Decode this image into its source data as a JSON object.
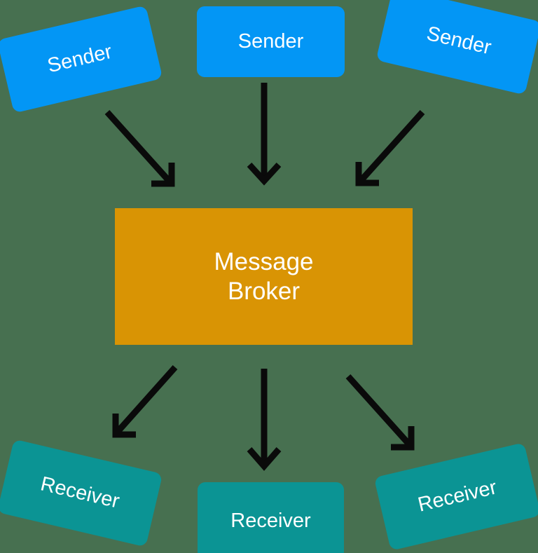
{
  "diagram": {
    "title": "Message Broker publish-subscribe diagram",
    "background_color": "#477050",
    "nodes": {
      "senders": [
        {
          "id": "sender-left",
          "label": "Sender",
          "color": "#0396f5",
          "rotation_deg": -13
        },
        {
          "id": "sender-center",
          "label": "Sender",
          "color": "#0396f5",
          "rotation_deg": 0
        },
        {
          "id": "sender-right",
          "label": "Sender",
          "color": "#0396f5",
          "rotation_deg": 13
        }
      ],
      "broker": {
        "id": "message-broker",
        "label": "Message\nBroker",
        "line1": "Message",
        "line2": "Broker",
        "color": "#d99404",
        "rotation_deg": 0
      },
      "receivers": [
        {
          "id": "receiver-left",
          "label": "Receiver",
          "color": "#0b9494",
          "rotation_deg": 13
        },
        {
          "id": "receiver-center",
          "label": "Receiver",
          "color": "#0b9494",
          "rotation_deg": 0
        },
        {
          "id": "receiver-right",
          "label": "Receiver",
          "color": "#0b9494",
          "rotation_deg": -13
        }
      ]
    },
    "arrows": [
      {
        "id": "arrow-sender-left-to-broker",
        "from": "sender-left",
        "to": "message-broker",
        "color": "#0a0a0a",
        "direction": "down-right"
      },
      {
        "id": "arrow-sender-center-to-broker",
        "from": "sender-center",
        "to": "message-broker",
        "color": "#0a0a0a",
        "direction": "down"
      },
      {
        "id": "arrow-sender-right-to-broker",
        "from": "sender-right",
        "to": "message-broker",
        "color": "#0a0a0a",
        "direction": "down-left"
      },
      {
        "id": "arrow-broker-to-receiver-left",
        "from": "message-broker",
        "to": "receiver-left",
        "color": "#0a0a0a",
        "direction": "down-left"
      },
      {
        "id": "arrow-broker-to-receiver-center",
        "from": "message-broker",
        "to": "receiver-center",
        "color": "#0a0a0a",
        "direction": "down"
      },
      {
        "id": "arrow-broker-to-receiver-right",
        "from": "message-broker",
        "to": "receiver-right",
        "color": "#0a0a0a",
        "direction": "down-right"
      }
    ]
  }
}
